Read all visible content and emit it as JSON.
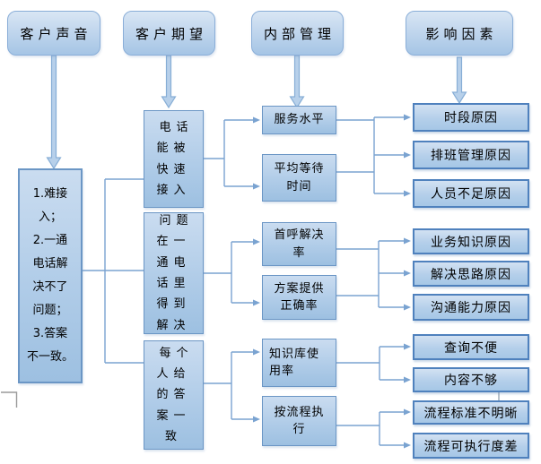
{
  "headers": [
    {
      "label": "客户声音"
    },
    {
      "label": "客户期望"
    },
    {
      "label": "内部管理"
    },
    {
      "label": "影响因素"
    }
  ],
  "customer_voice": {
    "text": "1.难接\n入；\n2.一通\n电话解\n决不了\n问题；\n3.答案\n不一致。"
  },
  "expectations": [
    {
      "text": "电话\n能被\n快速\n接入"
    },
    {
      "text": "问题\n在一\n通电\n话里\n得到\n解决"
    },
    {
      "text": "每个\n人给\n的答\n案一\n致"
    }
  ],
  "metrics": [
    {
      "text": "服务水平"
    },
    {
      "text": "平均等待\n时间"
    },
    {
      "text": "首呼解决\n率"
    },
    {
      "text": "方案提供\n正确率"
    },
    {
      "text": "知识库使\n用率"
    },
    {
      "text": "按流程执\n行"
    }
  ],
  "factors": [
    {
      "text": "时段原因"
    },
    {
      "text": "排班管理原因"
    },
    {
      "text": "人员不足原因"
    },
    {
      "text": "业务知识原因"
    },
    {
      "text": "解决思路原因"
    },
    {
      "text": "沟通能力原因"
    },
    {
      "text": "查询不便"
    },
    {
      "text": "内容不够"
    },
    {
      "text": "流程标准不明晰"
    },
    {
      "text": "流程可执行度差"
    }
  ],
  "colors": {
    "connector": "#7aa3d1",
    "box_border": "#6b96c5",
    "factor_border": "#4f81bd",
    "box_fill": "#aecbe8",
    "bracket": "#9a9a9a"
  }
}
